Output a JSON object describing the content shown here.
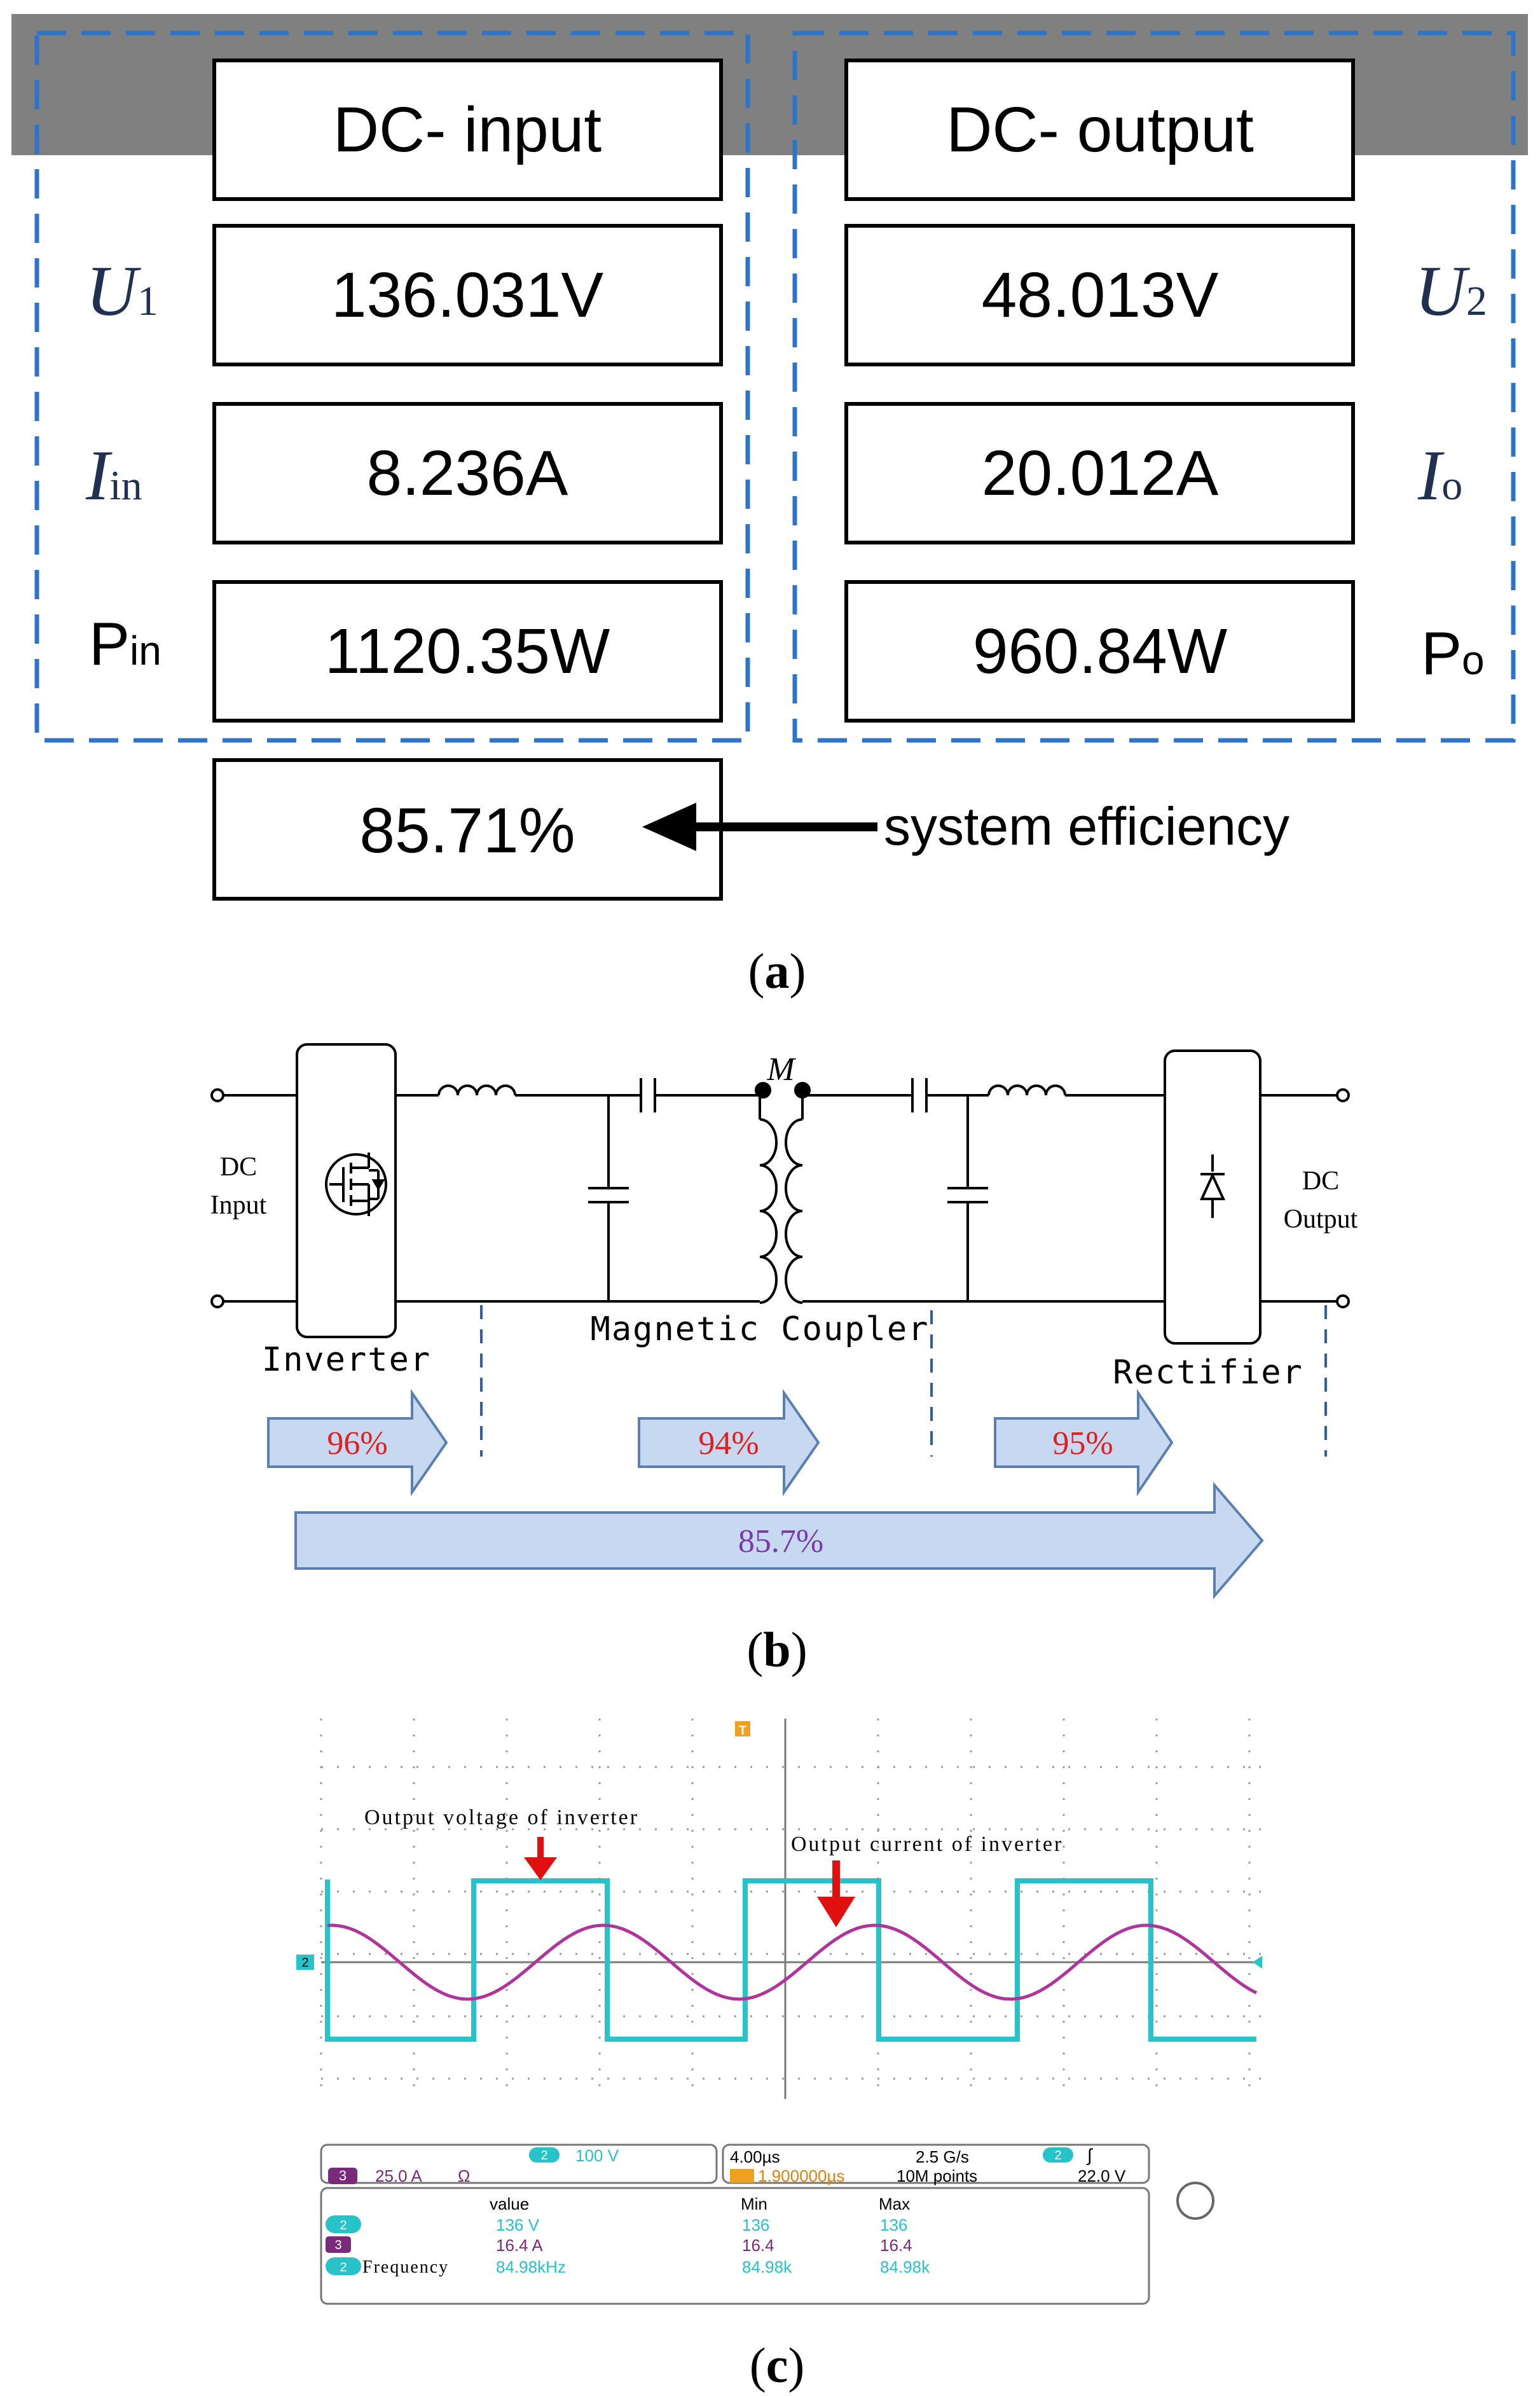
{
  "panel_a": {
    "input_header": "DC- input",
    "output_header": "DC- output",
    "u1_symbol": "U",
    "u1_sub": "1",
    "u1_value": "136.031V",
    "u2_symbol": "U",
    "u2_sub": "2",
    "u2_value": "48.013V",
    "iin_symbol": "I",
    "iin_sub": "in",
    "iin_value": "8.236A",
    "io_symbol": "I",
    "io_sub": "o",
    "io_value": "20.012A",
    "pin_symbol": "P",
    "pin_sub": "in",
    "pin_value": "1120.35W",
    "po_symbol": "P",
    "po_sub": "o",
    "po_value": "960.84W",
    "efficiency_value": "85.71%",
    "efficiency_label": "system efficiency",
    "caption": "a"
  },
  "panel_b": {
    "dc_input_line1": "DC",
    "dc_input_line2": "Input",
    "dc_output_line1": "DC",
    "dc_output_line2": "Output",
    "mutual_label": "M",
    "inverter_label": "Inverter",
    "coupler_label": "Magnetic Coupler",
    "rectifier_label": "Rectifier",
    "stage1_eff": "96%",
    "stage2_eff": "94%",
    "stage3_eff": "95%",
    "total_eff": "85.7%",
    "caption": "b"
  },
  "panel_c": {
    "trigger_marker": "T",
    "voltage_annotation": "Output voltage of inverter",
    "current_annotation": "Output current of inverter",
    "ch2_marker": "2",
    "ch2_scale": "100 V",
    "ch3_marker": "3",
    "ch3_scale": "25.0 A",
    "ch3_unit": "Ω",
    "timebase": "4.00µs",
    "trigger_time": "1.900000µs",
    "sample_rate": "2.5 G/s",
    "record_length": "10M points",
    "trigger_level": "22.0 V",
    "trigger_source": "2",
    "meas_header_value": "value",
    "meas_header_min": "Min",
    "meas_header_max": "Max",
    "meas_rows": [
      {
        "ch": "2",
        "label": "",
        "value": "136 V",
        "min": "136",
        "max": "136"
      },
      {
        "ch": "3",
        "label": "",
        "value": "16.4 A",
        "min": "16.4",
        "max": "16.4"
      },
      {
        "ch": "2",
        "label": "Frequency",
        "value": "84.98kHz",
        "min": "84.98k",
        "max": "84.98k"
      }
    ],
    "caption": "c"
  },
  "colors": {
    "dash_blue": "#2e75c7",
    "header_gray": "#808080",
    "arrow_fill": "#c6d9f0",
    "arrow_stroke": "#5b7fb0",
    "stage_red": "#e02020",
    "total_purple": "#7a3aa8",
    "cyan": "#27c3c9",
    "magenta": "#b0349b",
    "annotation_red": "#e01010"
  }
}
